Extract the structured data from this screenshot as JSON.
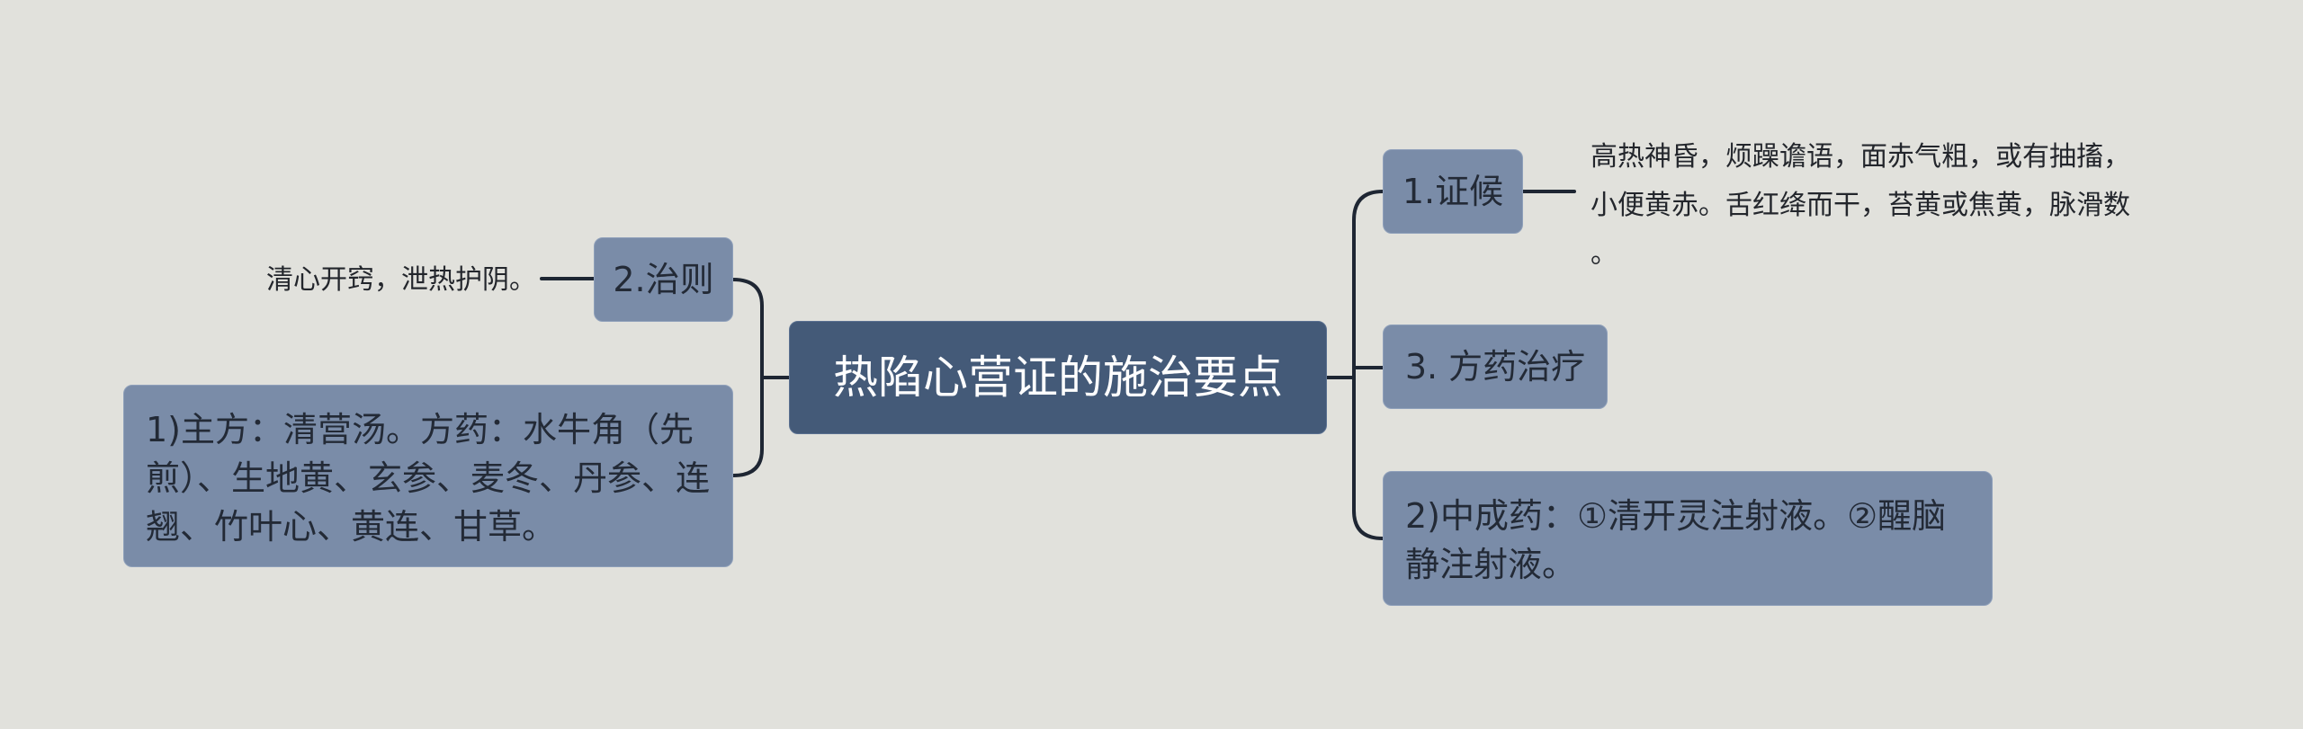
{
  "root": {
    "title": "热陷心营证的施治要点"
  },
  "left": {
    "principle": {
      "label": "2.治则",
      "note": "清心开窍，泄热护阴。"
    },
    "main_formula": {
      "text": "1)主方：清营汤。方药：水牛角（先煎）、生地黄、玄参、麦冬、丹参、连翘、竹叶心、黄连、甘草。"
    }
  },
  "right": {
    "symptoms": {
      "label": "1.证候",
      "note_lines": [
        "高热神昏，烦躁谵语，面赤气粗，或有抽搐，",
        "小便黄赤。舌红绛而干，苔黄或焦黄，脉滑数",
        "。"
      ]
    },
    "treatment": {
      "label": "3. 方药治疗"
    },
    "patent": {
      "text": "2)中成药：①清开灵注射液。②醒脑静注射液。"
    }
  },
  "colors": {
    "background": "#e1e1dc",
    "root_fill": "#445a78",
    "node_fill": "#7a8ca8",
    "connector": "#1e2633"
  }
}
